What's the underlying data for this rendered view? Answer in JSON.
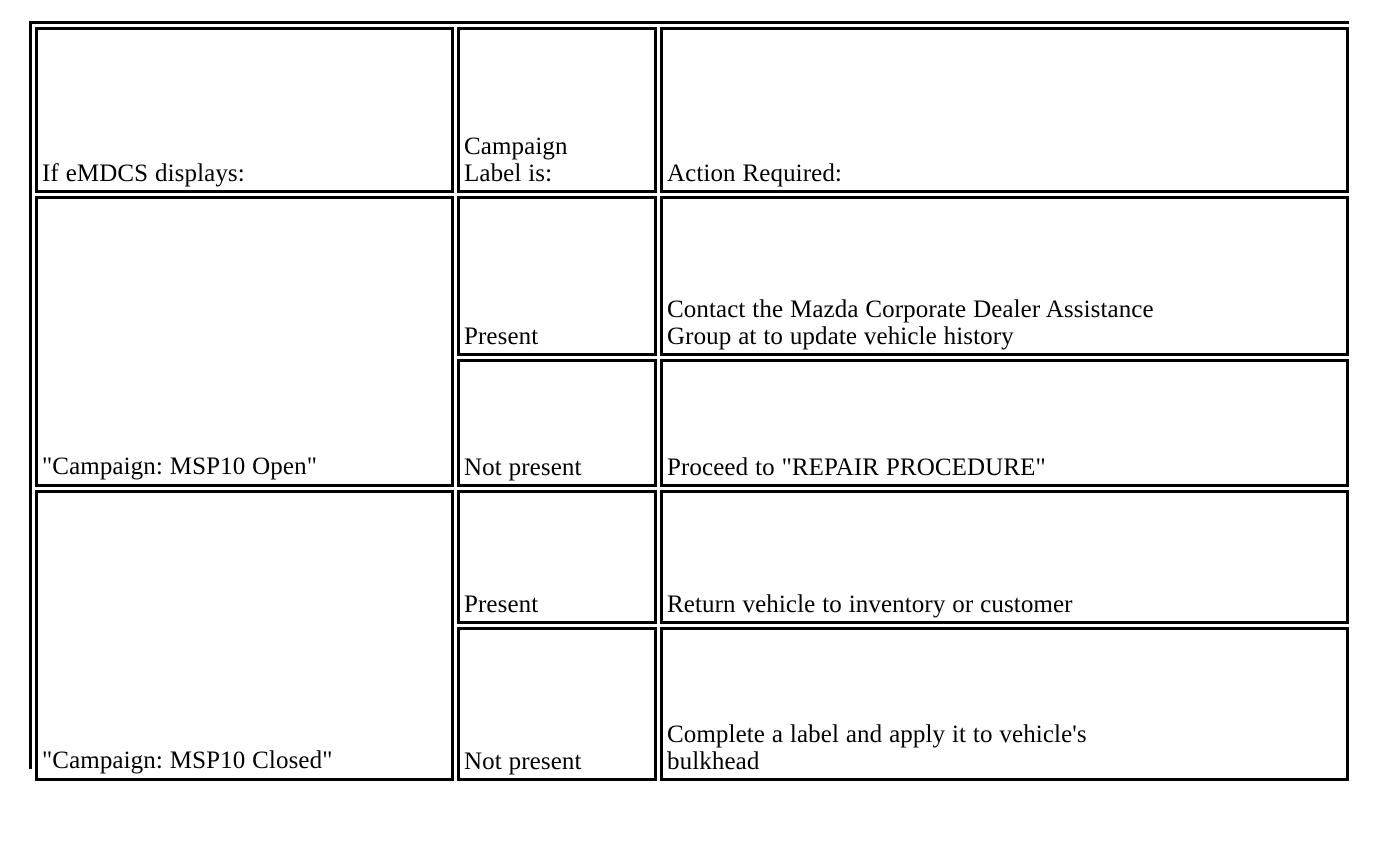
{
  "document": {
    "type": "service-bulletin-table",
    "background_color": "#ffffff",
    "text_color": "#000000",
    "border_color": "#000000"
  },
  "table": {
    "headers": [
      "If eMDCS displays:",
      "Campaign\nLabel is:",
      "Action Required:"
    ],
    "rows": [
      {
        "condition": "\"Campaign: MSP10 Open\"",
        "cases": [
          {
            "label": "Present",
            "action": "Contact the Mazda Corporate Dealer Assistance\nGroup at  to update vehicle  history"
          },
          {
            "label": "Not present",
            "action": "Proceed to \"REPAIR PROCEDURE\""
          }
        ]
      },
      {
        "condition": "\"Campaign: MSP10 Closed\"",
        "cases": [
          {
            "label": "Present",
            "action": "Return vehicle to inventory or customer"
          },
          {
            "label": "Not present",
            "action": "Complete a label and apply it to vehicle's\nbulkhead"
          }
        ]
      }
    ]
  }
}
